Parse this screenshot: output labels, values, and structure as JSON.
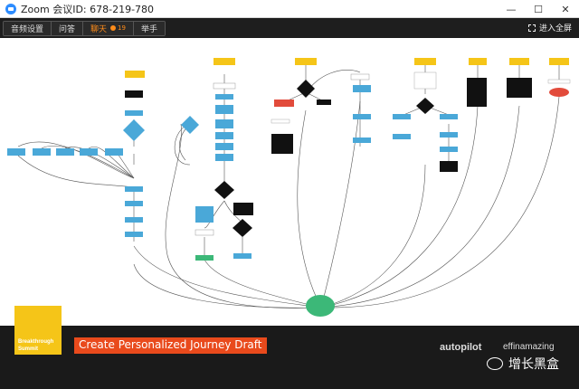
{
  "window": {
    "title": "Zoom 会议ID: 678-219-780",
    "minimize": "—",
    "maximize": "☐",
    "close": "✕"
  },
  "toolbar": {
    "audio_settings": "音频设置",
    "qa": "问答",
    "chat": "聊天",
    "chat_count": "19",
    "raise_hand": "举手",
    "fullscreen": "进入全屏"
  },
  "presentation": {
    "logo_text_1": "Breakthrough",
    "logo_text_2": "Summit",
    "caption": "Create Personalized Journey Draft",
    "brand_autopilot": "autopilot",
    "brand_effin": "effinamazing"
  },
  "watermark": {
    "text": "增长黑盒"
  },
  "colors": {
    "accent_orange": "#ff8c1a",
    "caption_red": "#e94a1c",
    "node_blue": "#4aa8d8",
    "node_yellow": "#f5c518",
    "node_green": "#3cb878",
    "node_black": "#111111",
    "node_red": "#e24b3b"
  }
}
